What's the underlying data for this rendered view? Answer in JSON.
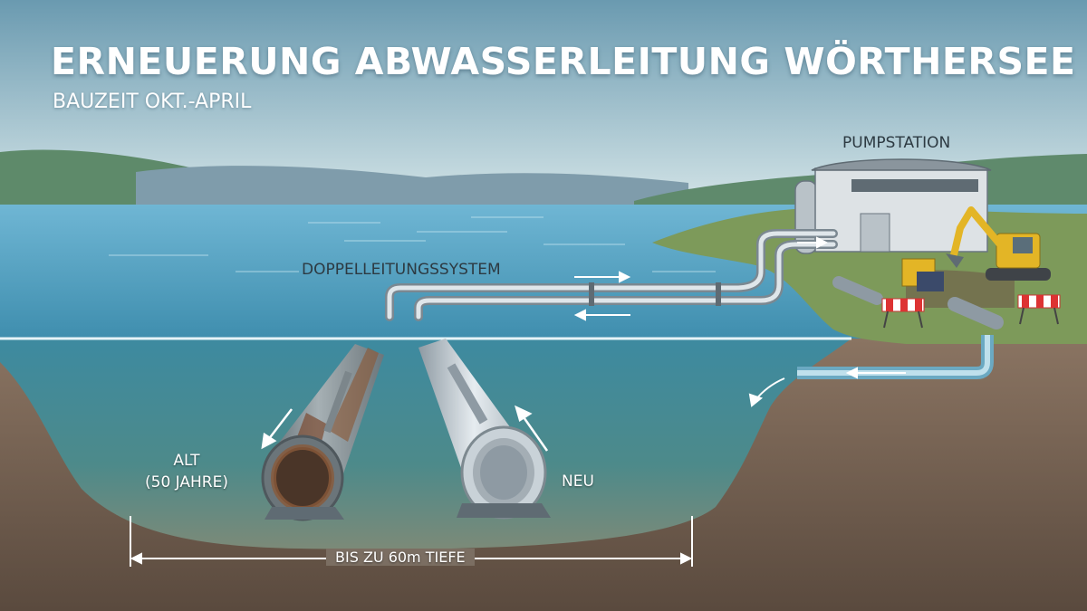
{
  "header": {
    "title": "ERNEUERUNG ABWASSERLEITUNG WÖRTHERSEE",
    "subtitle": "BAUZEIT OKT.-APRIL"
  },
  "labels": {
    "pump_station": "PUMPSTATION",
    "double_pipe_system": "DOPPELLEITUNGSSYSTEM",
    "old_pipe_line1": "ALT",
    "old_pipe_line2": "(50 JAHRE)",
    "new_pipe": "NEU",
    "depth": "BIS ZU 60m TIEFE"
  },
  "colors": {
    "sky_top": "#6a9ab0",
    "sky_bottom": "#d9e8ea",
    "water_surface": "#5ea8c8",
    "water_deep": "#2f6f82",
    "ground": "#6b5a4a",
    "grass": "#7d9a5a",
    "old_pipe_rust": "#8a5a3a",
    "new_pipe": "#c9d2d8",
    "excavator": "#e3b526"
  },
  "icons": [
    "flow-arrow-icon",
    "barrier-icon",
    "excavator-icon"
  ]
}
